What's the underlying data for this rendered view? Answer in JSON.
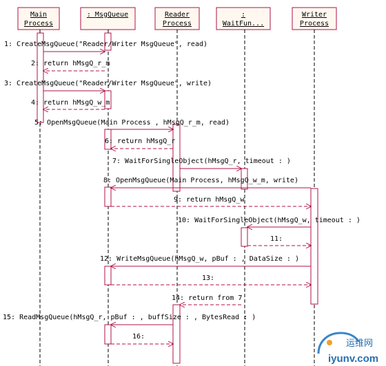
{
  "participants": [
    {
      "id": "main",
      "line1": "Main",
      "line2": "Process"
    },
    {
      "id": "mq",
      "line1": ": MsgQueue",
      "line2": ""
    },
    {
      "id": "reader",
      "line1": "Reader",
      "line2": "Process"
    },
    {
      "id": "wait",
      "line1": ":",
      "line2": "WaitFun..."
    },
    {
      "id": "writer",
      "line1": "Writer",
      "line2": "Process"
    }
  ],
  "messages": [
    {
      "label": "1: CreateMsgQueue(\"Reader/Writer MsgQueue\", read)"
    },
    {
      "label": "2: return hMsgQ_r_m"
    },
    {
      "label": "3: CreateMsgQueue(\"Reader/Writer MsgQueue\", write)"
    },
    {
      "label": "4: return hMsgQ_w_m"
    },
    {
      "label": "5: OpenMsgQueue(Main Process , hMsgQ_r_m, read)"
    },
    {
      "label": "6: return hMsgQ_r"
    },
    {
      "label": "7: WaitForSingleObject(hMsgQ_r, timeout : )"
    },
    {
      "label": "8: OpenMsgQueue(Main Process, hMsgQ_w_m, write)"
    },
    {
      "label": "9: return hMsgQ_w"
    },
    {
      "label": "10: WaitForSingleObject(hMsgQ_w, timeout : )"
    },
    {
      "label": "11:"
    },
    {
      "label": "12: WriteMsgQueue(hMsgQ_w, pBuf : , DataSize : )"
    },
    {
      "label": "13:"
    },
    {
      "label": "14: return from 7"
    },
    {
      "label": "15: ReadMsgQueue(hMsgQ_r, pBuf : , buffSize : , BytesRead : )"
    },
    {
      "label": "16:"
    }
  ],
  "watermark": {
    "cn": "运维网",
    "en": "iyunv.com"
  }
}
